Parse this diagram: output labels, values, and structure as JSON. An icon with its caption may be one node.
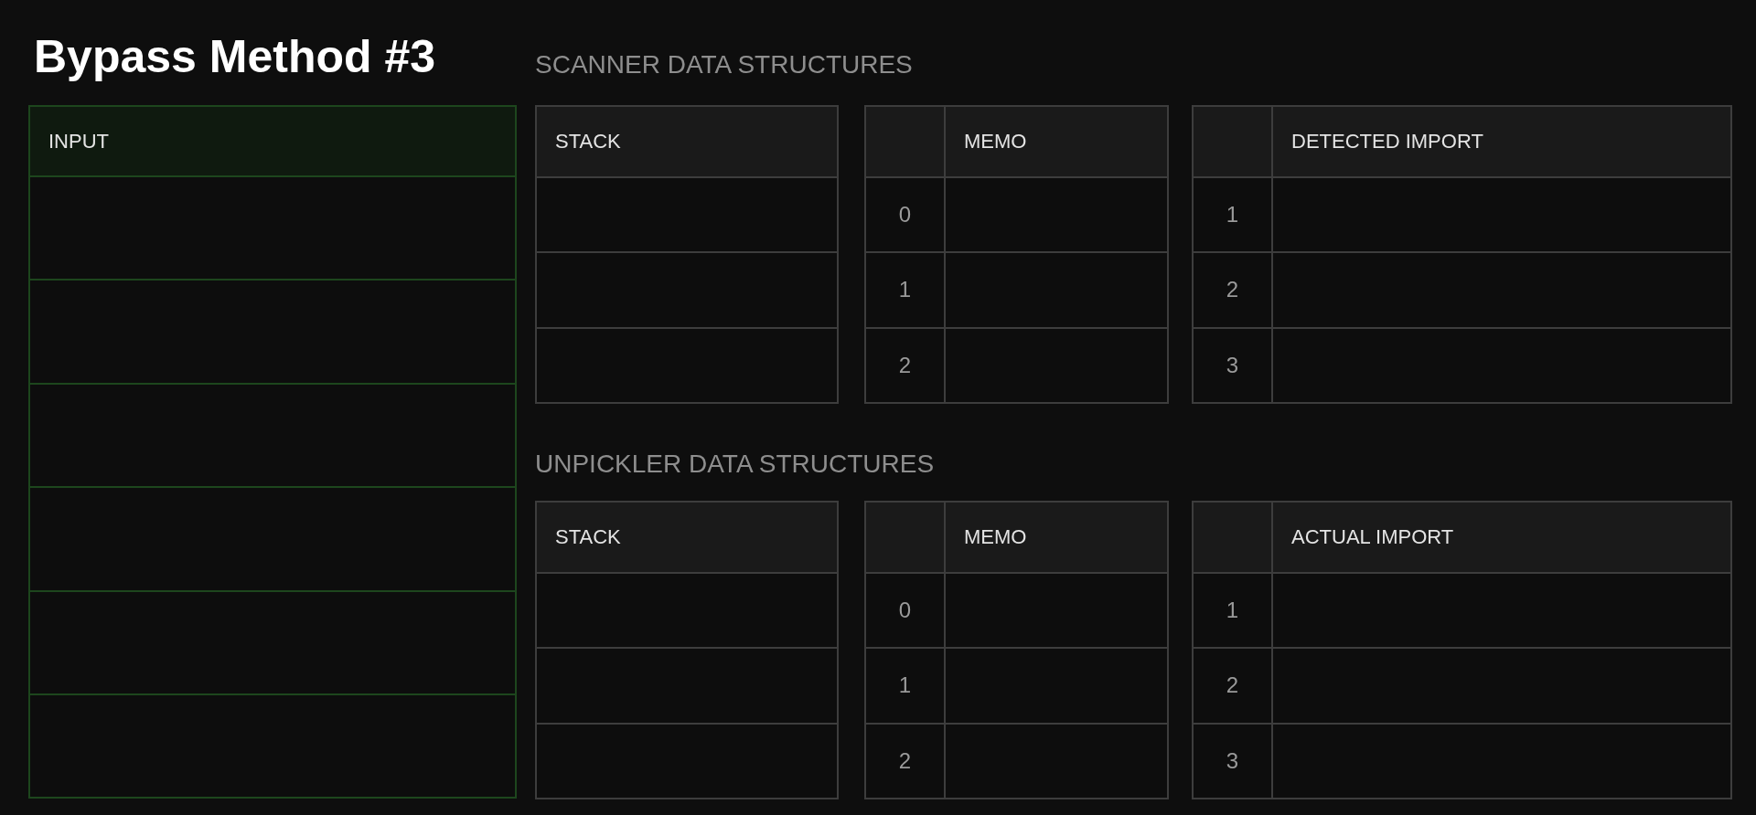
{
  "diagram": {
    "title": "Bypass Method #3",
    "labels": [
      "INPUT",
      "SCANNER DATA STRUCTURES",
      "STACK",
      "MEMO",
      "0",
      "1",
      "2",
      "DETECTED IMPORT",
      "1",
      "2",
      "3",
      "UNPICKLER DATA STRUCTURES",
      "STACK",
      "MEMO",
      "0",
      "1",
      "2",
      "ACTUAL IMPORT",
      "1",
      "2",
      "3"
    ]
  }
}
